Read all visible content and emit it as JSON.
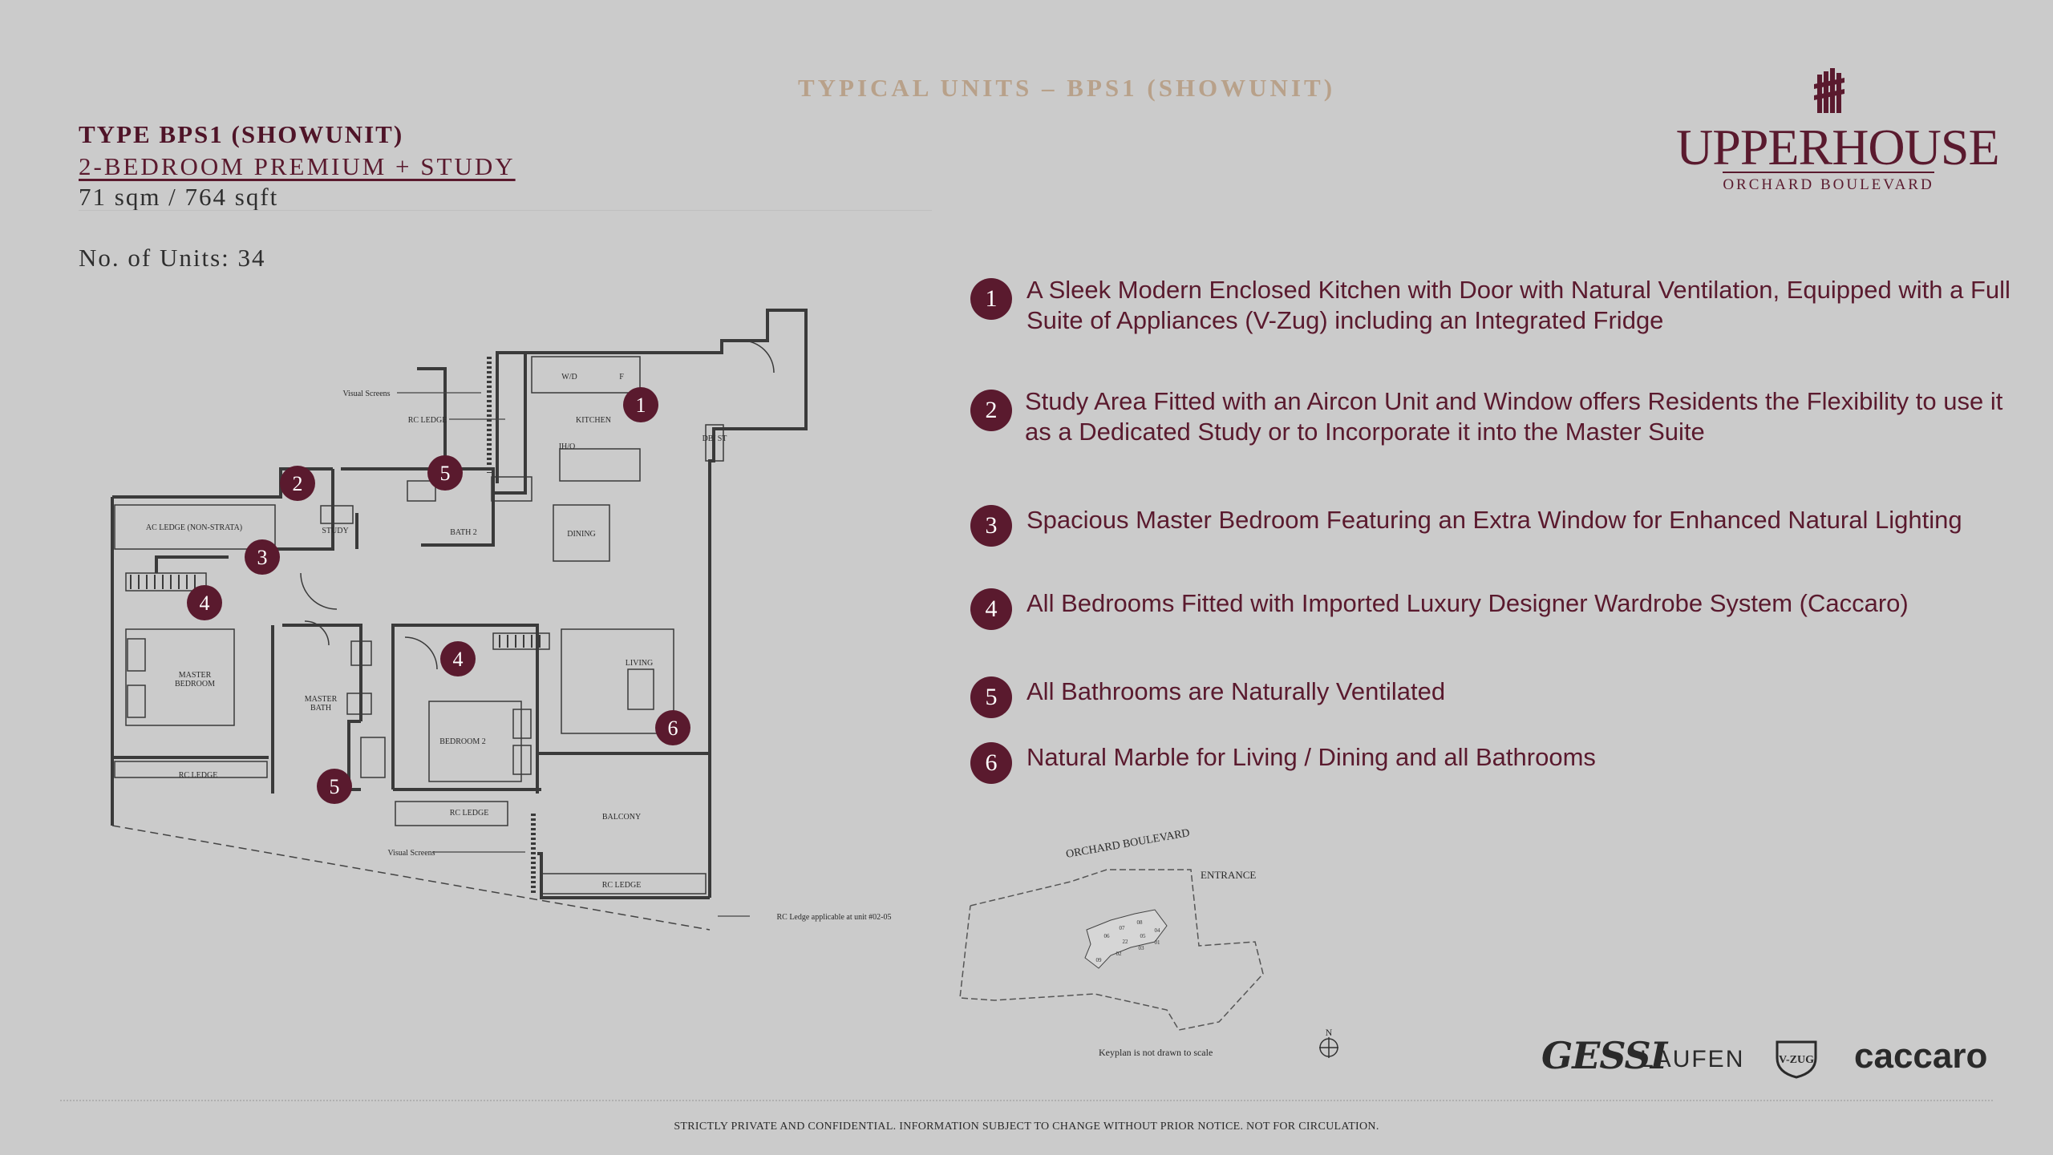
{
  "header": {
    "title": "TYPICAL UNITS – BPS1 (SHOWUNIT)"
  },
  "unit": {
    "type": "TYPE BPS1 (SHOWUNIT)",
    "bedrooms": "2-BEDROOM PREMIUM + STUDY",
    "area": "71 sqm / 764 sqft",
    "count": "No. of Units: 34"
  },
  "logo": {
    "name": "UPPERHOUSE",
    "subtitle": "ORCHARD BOULEVARD"
  },
  "features": [
    {
      "num": "1",
      "text": "A Sleek Modern Enclosed Kitchen with Door with Natural Ventilation, Equipped with a Full Suite of Appliances (V-Zug) including an Integrated Fridge"
    },
    {
      "num": "2",
      "text": "Study Area Fitted with an Aircon Unit and Window offers Residents the Flexibility to use it as a Dedicated Study or to Incorporate it into the Master Suite"
    },
    {
      "num": "3",
      "text": "Spacious Master Bedroom Featuring an Extra Window for Enhanced Natural Lighting"
    },
    {
      "num": "4",
      "text": "All Bedrooms Fitted with Imported Luxury Designer Wardrobe System (Caccaro)"
    },
    {
      "num": "5",
      "text": "All Bathrooms are Naturally Ventilated"
    },
    {
      "num": "6",
      "text": "Natural Marble for Living / Dining and all Bathrooms"
    }
  ],
  "plan": {
    "labels": {
      "visual_screens": "Visual Screens",
      "rc_ledge": "RC LEDGE",
      "wd": "W/D",
      "f": "F",
      "kitchen": "KITCHEN",
      "ih_o": "IH/O",
      "db_st": "DB/ ST",
      "study": "STUDY",
      "bath2": "BATH 2",
      "dining": "DINING",
      "ac_ledge": "AC LEDGE (NON-STRATA)",
      "master_bedroom_1": "MASTER",
      "master_bedroom_2": "BEDROOM",
      "master_bath_1": "MASTER",
      "master_bath_2": "BATH",
      "bedroom2": "BEDROOM 2",
      "living": "LIVING",
      "balcony": "BALCONY",
      "rc_note": "RC Ledge applicable at unit #02-05"
    },
    "markers": [
      "1",
      "2",
      "3",
      "4",
      "4",
      "5",
      "5",
      "6"
    ]
  },
  "keyplan": {
    "road": "ORCHARD BOULEVARD",
    "entrance": "ENTRANCE",
    "north": "N",
    "note": "Keyplan is not drawn to scale",
    "unit_numbers": [
      "06",
      "07",
      "08",
      "22",
      "05",
      "04",
      "03",
      "01",
      "02",
      "09"
    ]
  },
  "brands": [
    "GESSI",
    "LAUFEN",
    "V-ZUG",
    "caccaro"
  ],
  "footer": "STRICTLY PRIVATE AND CONFIDENTIAL. INFORMATION SUBJECT TO CHANGE WITHOUT PRIOR NOTICE. NOT FOR CIRCULATION.",
  "colors": {
    "background": "#cbcbcb",
    "accent": "#5a1a2e",
    "title_gold": "#b8a18a"
  }
}
